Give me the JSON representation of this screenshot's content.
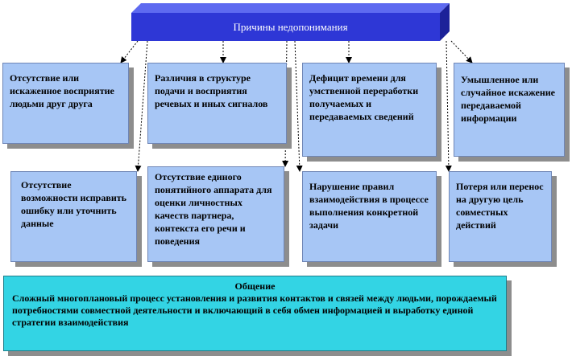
{
  "title": "Причины недопонимания",
  "causes_top": [
    "Отсутствие или искаженное восприятие людьми друг друга",
    "Различия в структуре подачи и восприятия речевых и иных сигналов",
    "Дефицит времени для умственной переработки получаемых и передаваемых сведений",
    "Умышленное или случайное искажение передаваемой информации"
  ],
  "causes_bottom": [
    "Отсутствие возможности исправить ошибку или уточнить данные",
    "Отсутствие единого понятийного аппарата для оценки личностных качеств партнера, контекста его речи и поведения",
    "Нарушение правил взаимодействия в процессе выполнения конкретной задачи",
    "Потеря или перенос на другую цель совместных действий"
  ],
  "definition": {
    "title": "Общение",
    "text": "Сложный многоплановый процесс установления и развития контактов и связей между людьми, порождаемый потребностями совместной деятельности и включающий в себя обмен информацией и выработку единой стратегии взаимодействия"
  },
  "colors": {
    "title_box": "#2e37d6",
    "cause_box": "#a7c6f5",
    "definition_box": "#33d4e4",
    "shadow": "#8d8d8d"
  }
}
